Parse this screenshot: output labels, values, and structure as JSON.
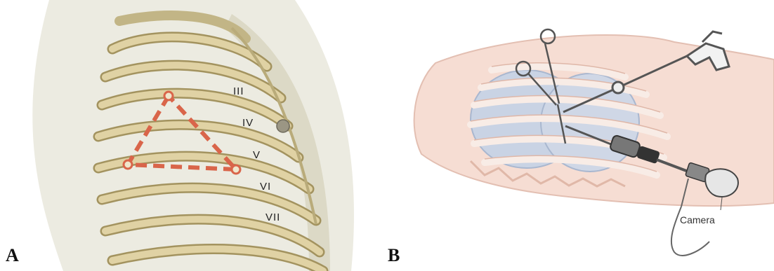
{
  "panels": [
    {
      "letter": "A",
      "rib_labels": [
        "III",
        "IV",
        "V",
        "VI",
        "VII"
      ]
    },
    {
      "letter": "B",
      "camera_label": "Camera"
    }
  ],
  "colors": {
    "skin": "#e9e9de",
    "rib": "#d8c89a",
    "rib_edge": "#9f8f5e",
    "marker": "#d9654a",
    "body_pink": "#f6ddd3",
    "lung_blue": "#c9d3e4",
    "instrument": "#555555"
  }
}
